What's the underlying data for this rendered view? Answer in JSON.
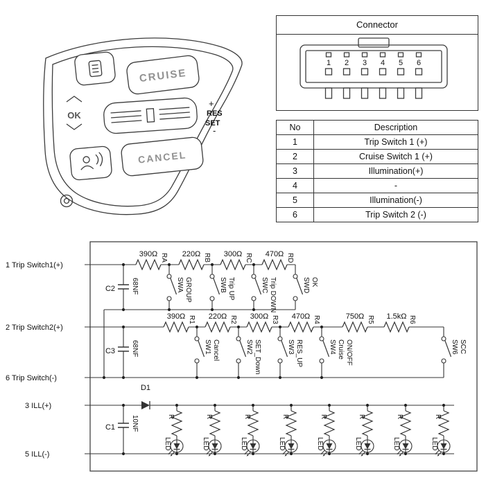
{
  "steering_control": {
    "buttons": {
      "cruise": "CRUISE",
      "ok": "OK",
      "res_plus": "+",
      "res": "RES",
      "set": "SET",
      "set_minus": "-",
      "cancel": "CANCEL"
    }
  },
  "connector_panel": {
    "title": "Connector",
    "pins": [
      "1",
      "2",
      "3",
      "4",
      "5",
      "6"
    ],
    "table": {
      "headers": [
        "No",
        "Description"
      ],
      "rows": [
        {
          "no": "1",
          "description": "Trip Switch 1 (+)"
        },
        {
          "no": "2",
          "description": "Cruise Switch 1 (+)"
        },
        {
          "no": "3",
          "description": "Illumination(+)"
        },
        {
          "no": "4",
          "description": "-"
        },
        {
          "no": "5",
          "description": "Illumination(-)"
        },
        {
          "no": "6",
          "description": "Trip Switch 2 (-)"
        }
      ]
    }
  },
  "circuit": {
    "line_labels": {
      "trip_switch1": "1 Trip Switch1(+)",
      "trip_switch2": "2 Trip Switch2(+)",
      "trip_switch_gnd": "6 Trip Switch(-)",
      "ill_pos": "3 ILL(+)",
      "ill_neg": "5 ILL(-)"
    },
    "capacitors": {
      "c2": {
        "name": "C2",
        "value": "68NF"
      },
      "c3": {
        "name": "C3",
        "value": "68NF"
      },
      "c1": {
        "name": "C1",
        "value": "10NF"
      }
    },
    "diode": {
      "name": "D1"
    },
    "row1": {
      "resistors": [
        {
          "name": "RA",
          "value": "390Ω"
        },
        {
          "name": "RB",
          "value": "220Ω"
        },
        {
          "name": "RC",
          "value": "300Ω"
        },
        {
          "name": "RD",
          "value": "470Ω"
        }
      ],
      "switches": [
        {
          "name": "SWA",
          "label": "GROUP"
        },
        {
          "name": "SWB",
          "label": "Trip UP"
        },
        {
          "name": "SWC",
          "label": "Trip DOWN"
        },
        {
          "name": "SWD",
          "label": "OK"
        }
      ]
    },
    "row2": {
      "resistors": [
        {
          "name": "R1",
          "value": "390Ω"
        },
        {
          "name": "R2",
          "value": "220Ω"
        },
        {
          "name": "R3",
          "value": "300Ω"
        },
        {
          "name": "R4",
          "value": "470Ω"
        },
        {
          "name": "R5",
          "value": "750Ω"
        },
        {
          "name": "R6",
          "value": "1.5kΩ"
        }
      ],
      "switches": [
        {
          "name": "SW1",
          "label": "Cancel"
        },
        {
          "name": "SW2",
          "label": "SET_Down"
        },
        {
          "name": "SW3",
          "label": "RES_UP"
        },
        {
          "name": "SW4",
          "label": "Cruise",
          "label2": "ON/OFF"
        },
        {
          "name": "SW6",
          "label": "SCC"
        }
      ]
    },
    "led_row": {
      "resistor_label": "R",
      "led_label": "LED"
    }
  }
}
